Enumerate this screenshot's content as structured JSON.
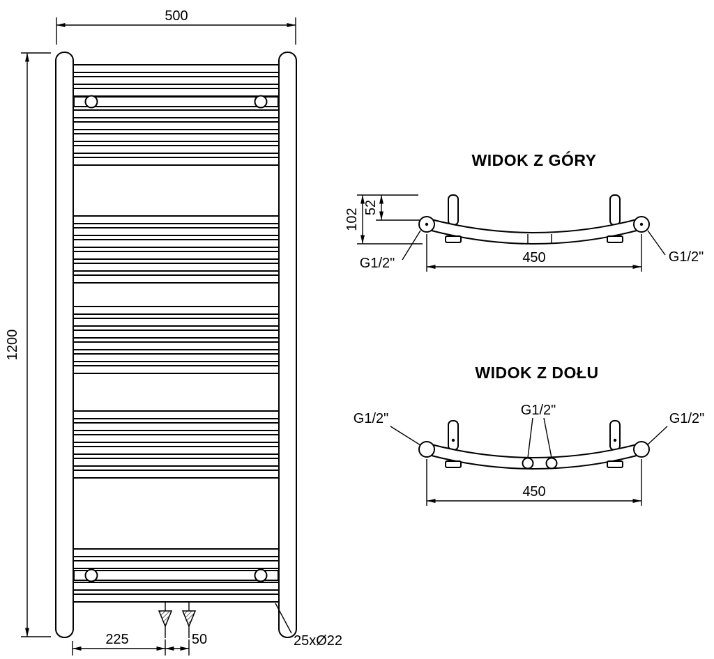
{
  "drawing": {
    "bg": "#ffffff",
    "line_color": "#000000",
    "front_view": {
      "width": "500",
      "height": "1200",
      "bottom_left": "225",
      "bottom_center": "50",
      "tube_spec": "25xØ22"
    },
    "top_view": {
      "title": "WIDOK Z GÓRY",
      "depth": "102",
      "axis_depth": "52",
      "span": "450",
      "conn_left": "G1/2\"",
      "conn_right": "G1/2\""
    },
    "bottom_view": {
      "title": "WIDOK Z DOŁU",
      "span": "450",
      "conn_left": "G1/2\"",
      "conn_center": "G1/2\"",
      "conn_right": "G1/2\""
    }
  }
}
